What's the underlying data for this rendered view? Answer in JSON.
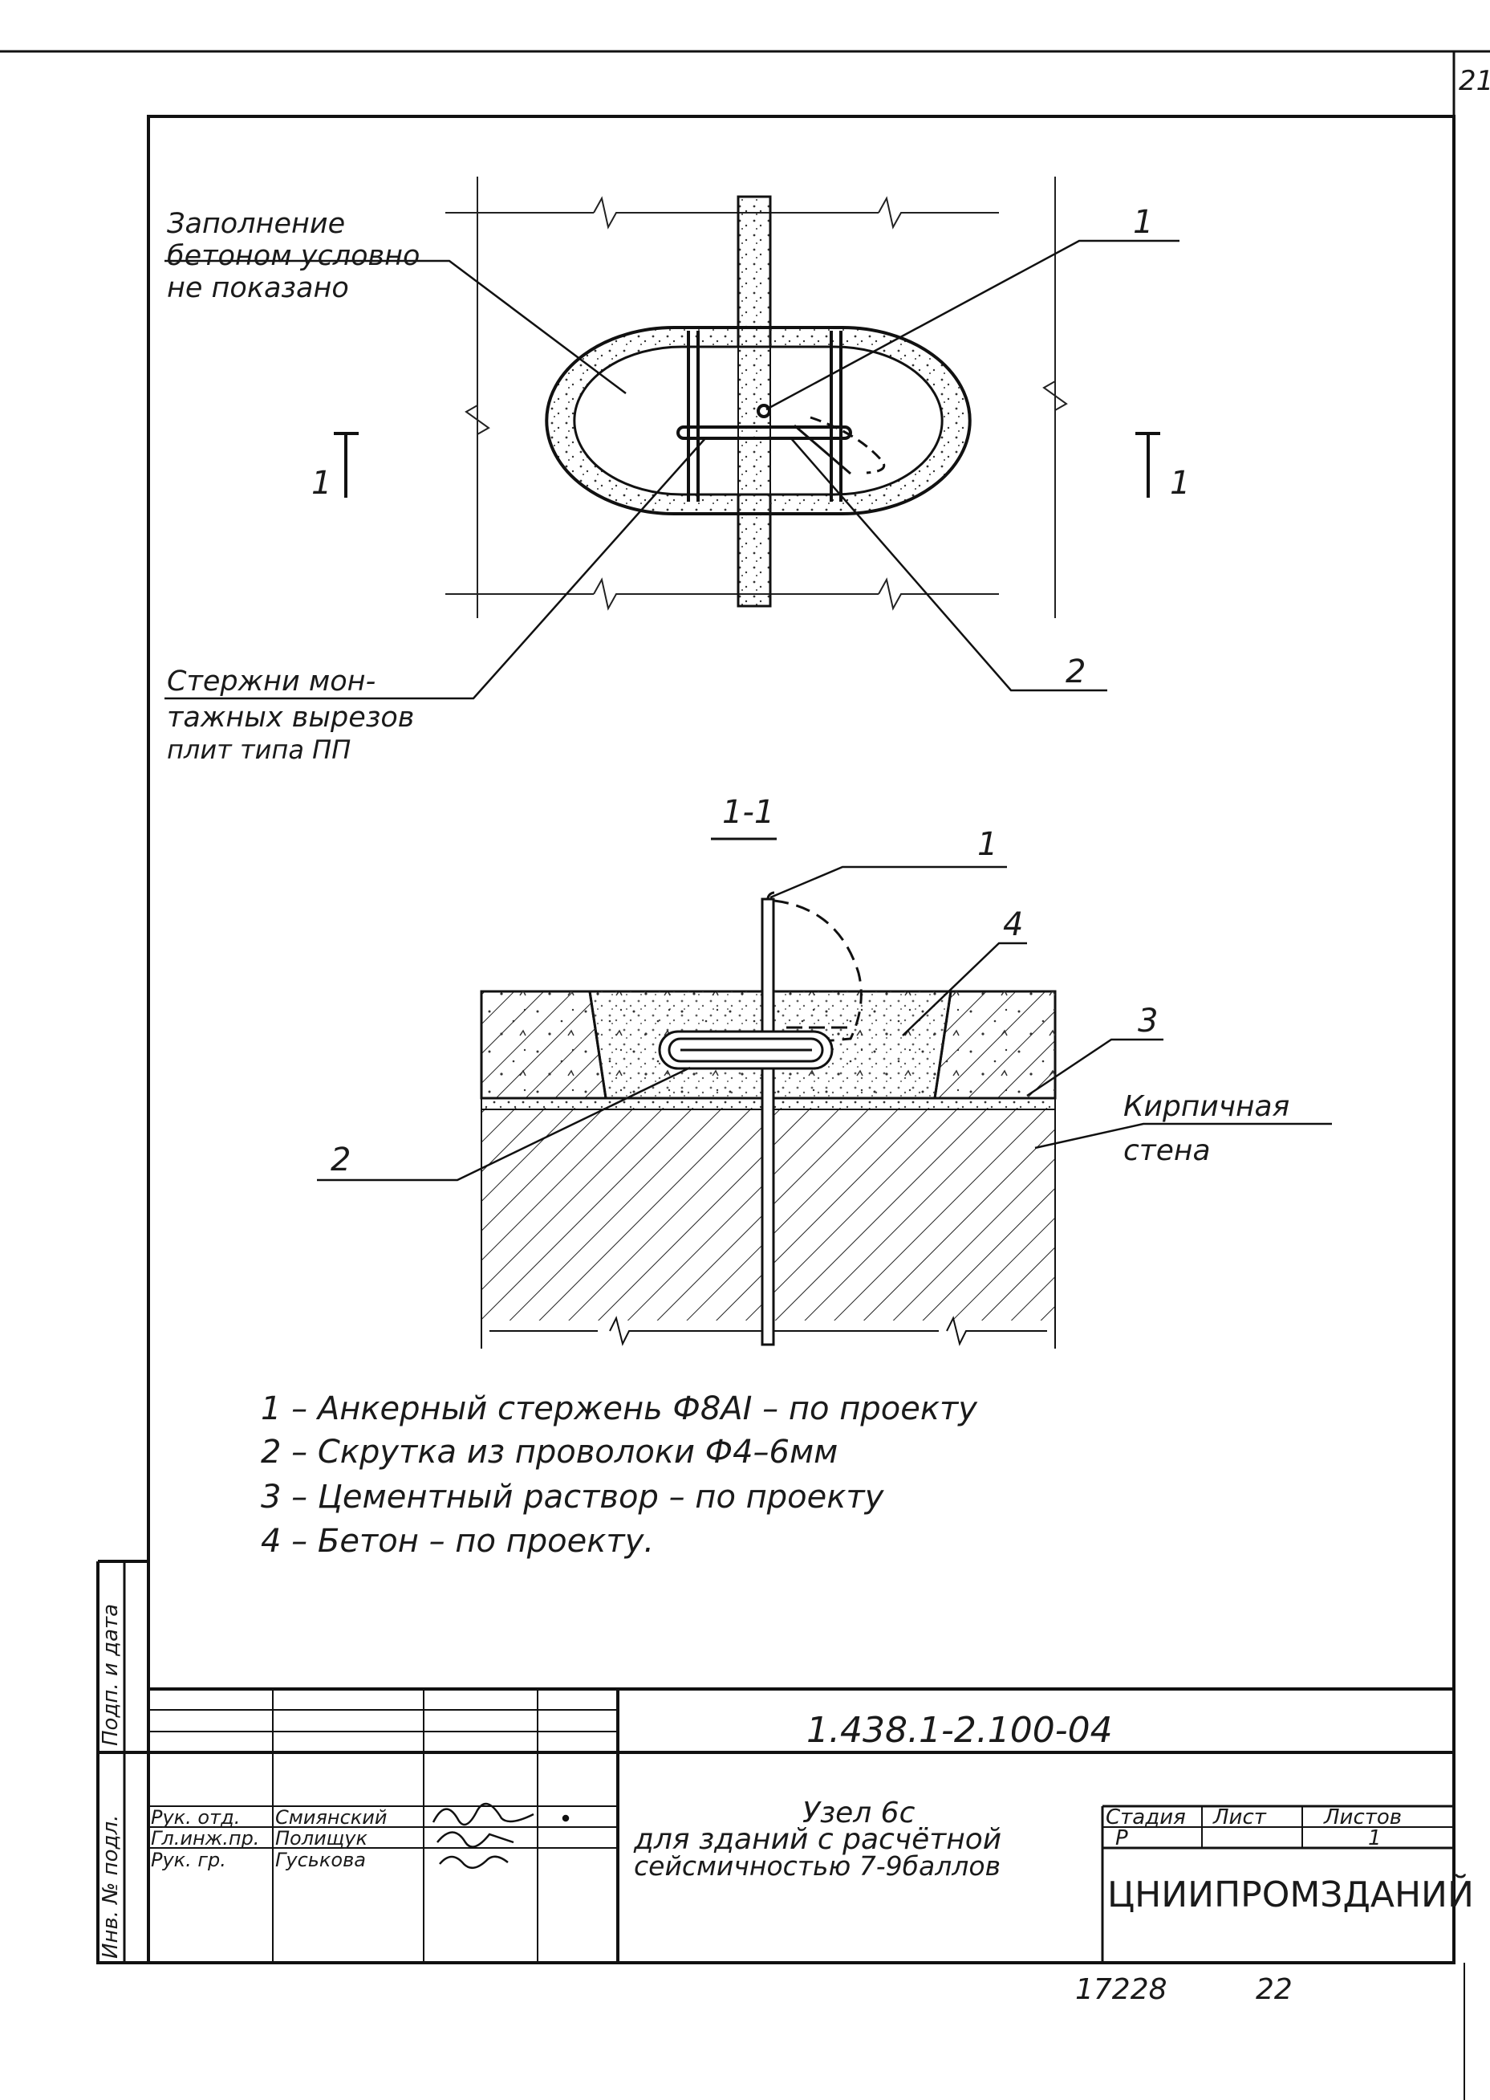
{
  "sheet": {
    "page_number": "21",
    "bottom_numbers": {
      "left": "17228",
      "right": "22"
    }
  },
  "plan_view": {
    "callout_fill": [
      "Заполнение",
      "бетоном условно",
      "не показано"
    ],
    "callout_rods": [
      "Стержни мон-",
      "тажных вырезов",
      "плит типа ПП"
    ],
    "mark_1": "1",
    "mark_2": "2",
    "section_mark_left": "1",
    "section_mark_right": "1"
  },
  "section_view": {
    "title": "1-1",
    "mark_1": "1",
    "mark_2": "2",
    "mark_3": "3",
    "mark_4": "4",
    "wall_label": [
      "Кирпичная",
      "стена"
    ]
  },
  "legend": [
    "1 – Анкерный стержень Ф8АI – по проекту",
    "2 – Скрутка из проволоки Ф4–6мм",
    "3 – Цементный раствор – по проекту",
    "4 – Бетон – по проекту."
  ],
  "side_stamp": [
    "Инв. № подл.",
    "Подп. и дата"
  ],
  "title_block": {
    "document_code": "1.438.1-2.100-04",
    "title_lines": [
      "Узел 6с",
      "для зданий с расчётной",
      "сейсмичностью 7-9баллов"
    ],
    "signers": [
      {
        "role": "Рук. отд.",
        "name": "Смиянский"
      },
      {
        "role": "Гл.инж.пр.",
        "name": "Полищук"
      },
      {
        "role": "Рук. гр.",
        "name": "Гуськова"
      }
    ],
    "stage_header": "Стадия",
    "sheet_header": "Лист",
    "sheets_header": "Листов",
    "stage_value": "Р",
    "sheets_value": "1",
    "organization": "ЦНИИПРОМЗДАНИЙ"
  }
}
